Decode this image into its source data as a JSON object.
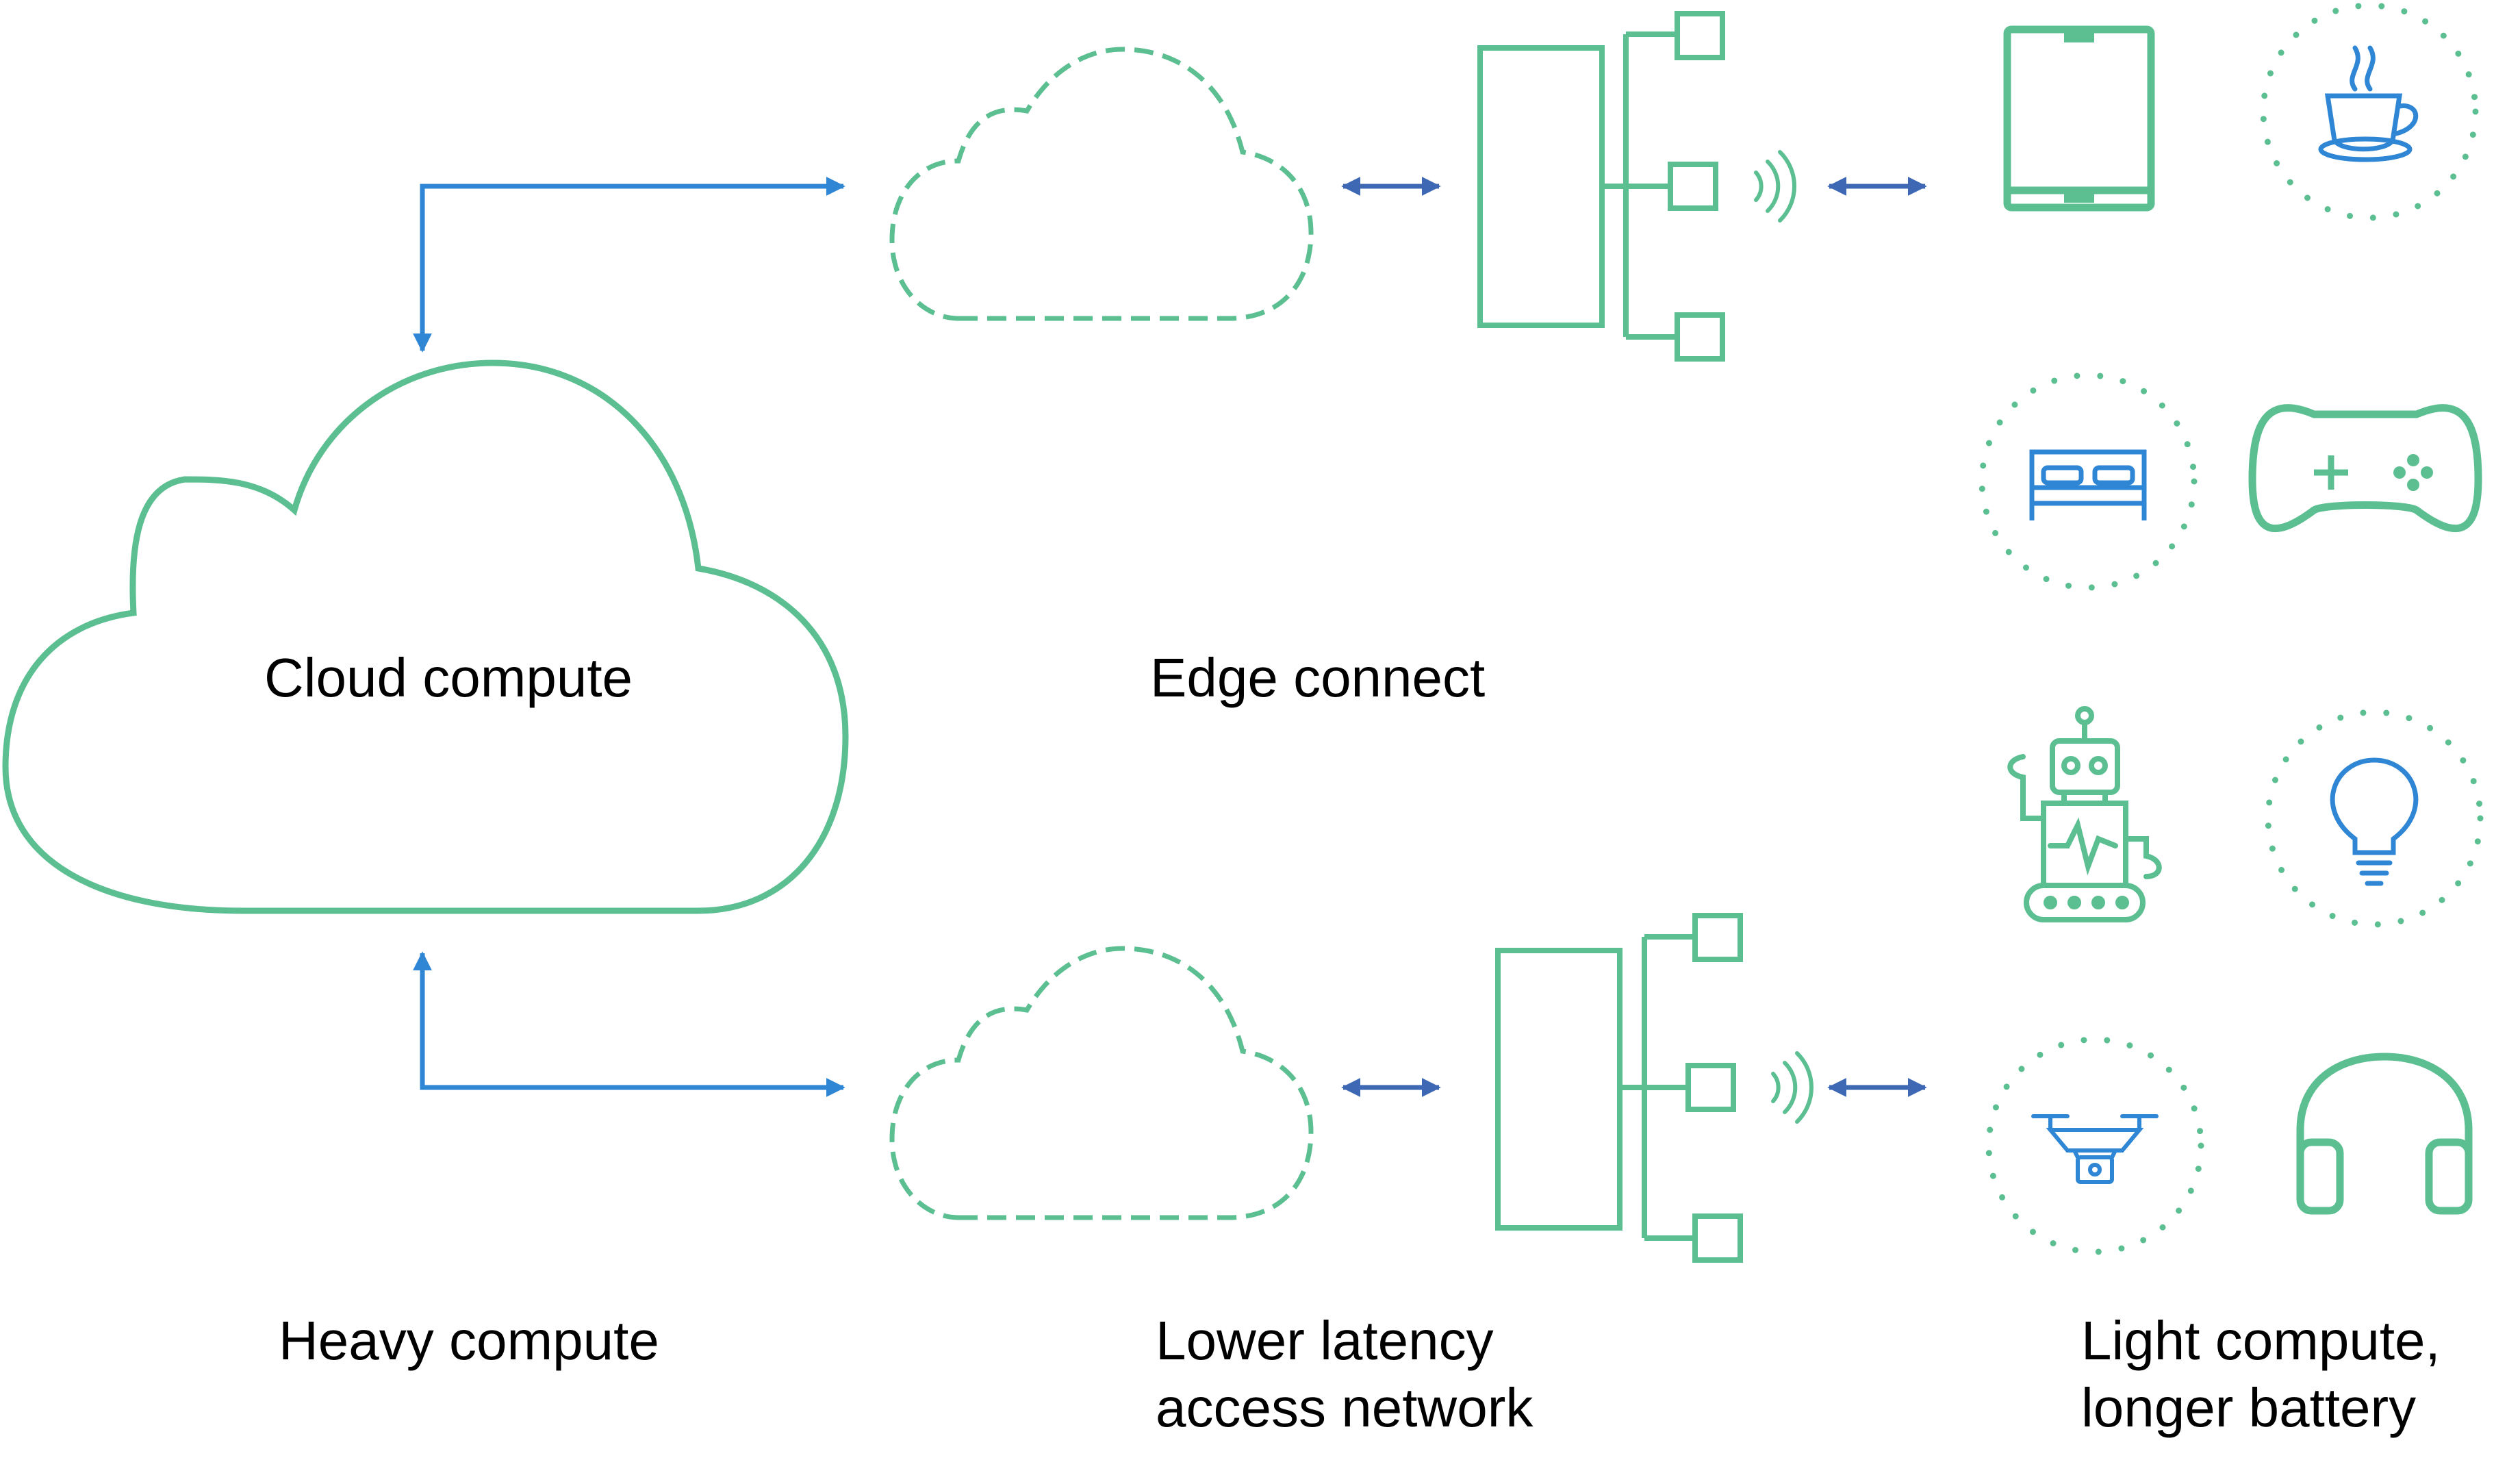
{
  "labels": {
    "cloud_compute": "Cloud compute",
    "edge_connect": "Edge connect",
    "heavy_compute": "Heavy compute",
    "lower_latency_line1": "Lower latency",
    "lower_latency_line2": "access network",
    "light_compute_line1": "Light compute,",
    "light_compute_line2": "longer battery"
  },
  "colors": {
    "green": "#5cbf91",
    "blue_connector": "#2f86d4",
    "blue_arrow": "#3f68b4",
    "blue_icon": "#2f86d4",
    "text": "#000000"
  },
  "devices": [
    {
      "icon": "tablet-icon",
      "framed": false
    },
    {
      "icon": "coffee-cup-icon",
      "framed": true
    },
    {
      "icon": "bed-icon",
      "framed": true
    },
    {
      "icon": "gamepad-icon",
      "framed": false
    },
    {
      "icon": "robot-icon",
      "framed": false
    },
    {
      "icon": "lightbulb-icon",
      "framed": true
    },
    {
      "icon": "drone-icon",
      "framed": true
    },
    {
      "icon": "headphones-icon",
      "framed": false
    }
  ]
}
